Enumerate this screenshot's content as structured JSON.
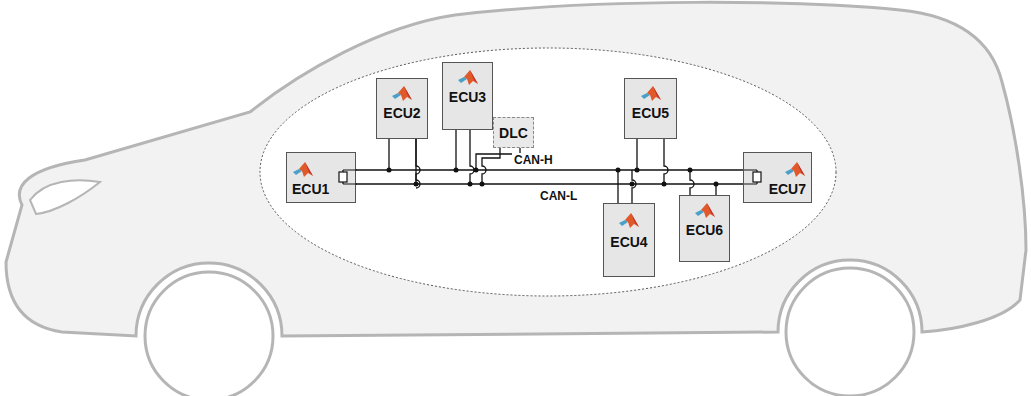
{
  "diagram": {
    "nodes": [
      {
        "text": [
          "ECU1"
        ]
      },
      {
        "text": [
          "ECU2"
        ]
      },
      {
        "text": [
          "ECU3"
        ]
      },
      {
        "text": [
          "DLC"
        ]
      },
      {
        "text": [
          "ECU5"
        ]
      },
      {
        "text": [
          "ECU7"
        ]
      },
      {
        "text": [
          "ECU4"
        ]
      },
      {
        "text": [
          "ECU6"
        ]
      }
    ],
    "labels": [
      "CAN-H",
      "CAN-L"
    ]
  }
}
